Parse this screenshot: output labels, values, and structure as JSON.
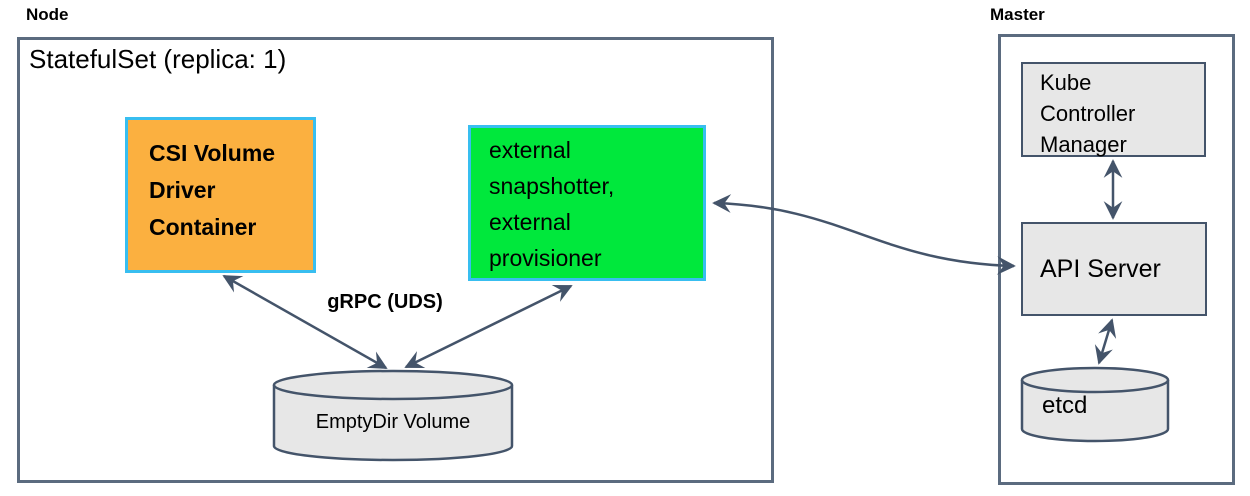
{
  "node": {
    "label": "Node",
    "statefulset_label": "StatefulSet (replica: 1)",
    "csi_text": "CSI Volume\nDriver\nContainer",
    "sidecar_text": "external\nsnapshotter,\nexternal\nprovisioner",
    "grpc_label": "gRPC (UDS)",
    "emptydir_label": "EmptyDir Volume"
  },
  "master": {
    "label": "Master",
    "kcm_text": "Kube\nController\nManager",
    "api_text": "API Server",
    "etcd_text": "etcd"
  },
  "colors": {
    "csi_fill": "#fbb040",
    "sidecar_fill": "#00e83c",
    "container_border": "#38bef0",
    "gray_fill": "#e7e7e7",
    "arrow": "#44546a",
    "outer_border": "#5b6b7f"
  },
  "icons": {
    "emptydir_cylinder": "database-cylinder-icon",
    "etcd_cylinder": "database-cylinder-icon"
  }
}
